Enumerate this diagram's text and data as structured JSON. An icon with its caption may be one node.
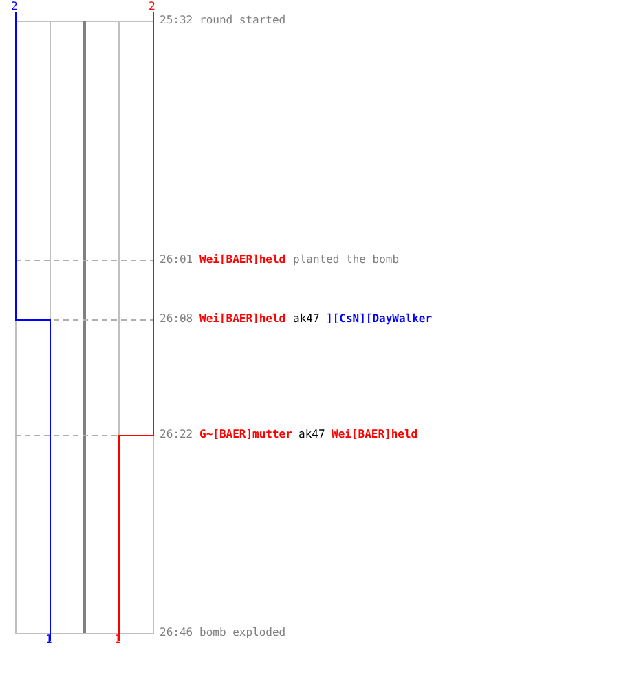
{
  "diagram": {
    "labels": [
      "2",
      "2",
      "25:32",
      "round started",
      "26:01",
      "Wei[BAER]held",
      "planted the bomb",
      "26:08",
      "Wei[BAER]held",
      "ak47",
      "][CsN][DayWalker",
      "26:22",
      "G~[BAER]mutter",
      "ak47",
      "Wei[BAER]held",
      "1",
      "1",
      "26:46",
      "bomb exploded"
    ]
  }
}
